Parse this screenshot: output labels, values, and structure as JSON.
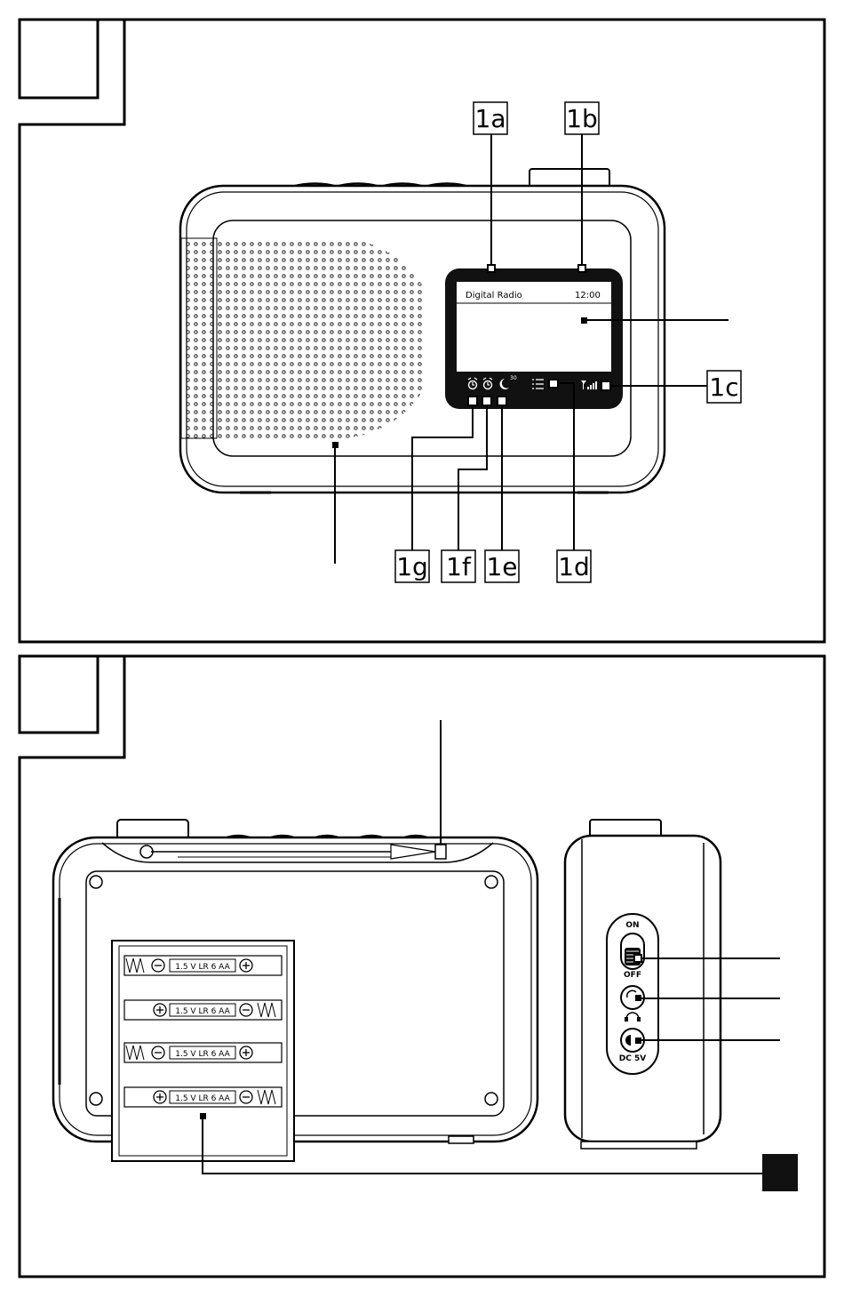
{
  "screen": {
    "title": "Digital Radio",
    "time": "12:00",
    "sleep_minutes": "30"
  },
  "callouts": {
    "c1a": "1a",
    "c1b": "1b",
    "c1c": "1c",
    "c1d": "1d",
    "c1e": "1e",
    "c1f": "1f",
    "c1g": "1g"
  },
  "battery_label": "1.5 V LR 6 AA",
  "switch": {
    "on": "ON",
    "off": "OFF",
    "dc": "DC 5V"
  }
}
